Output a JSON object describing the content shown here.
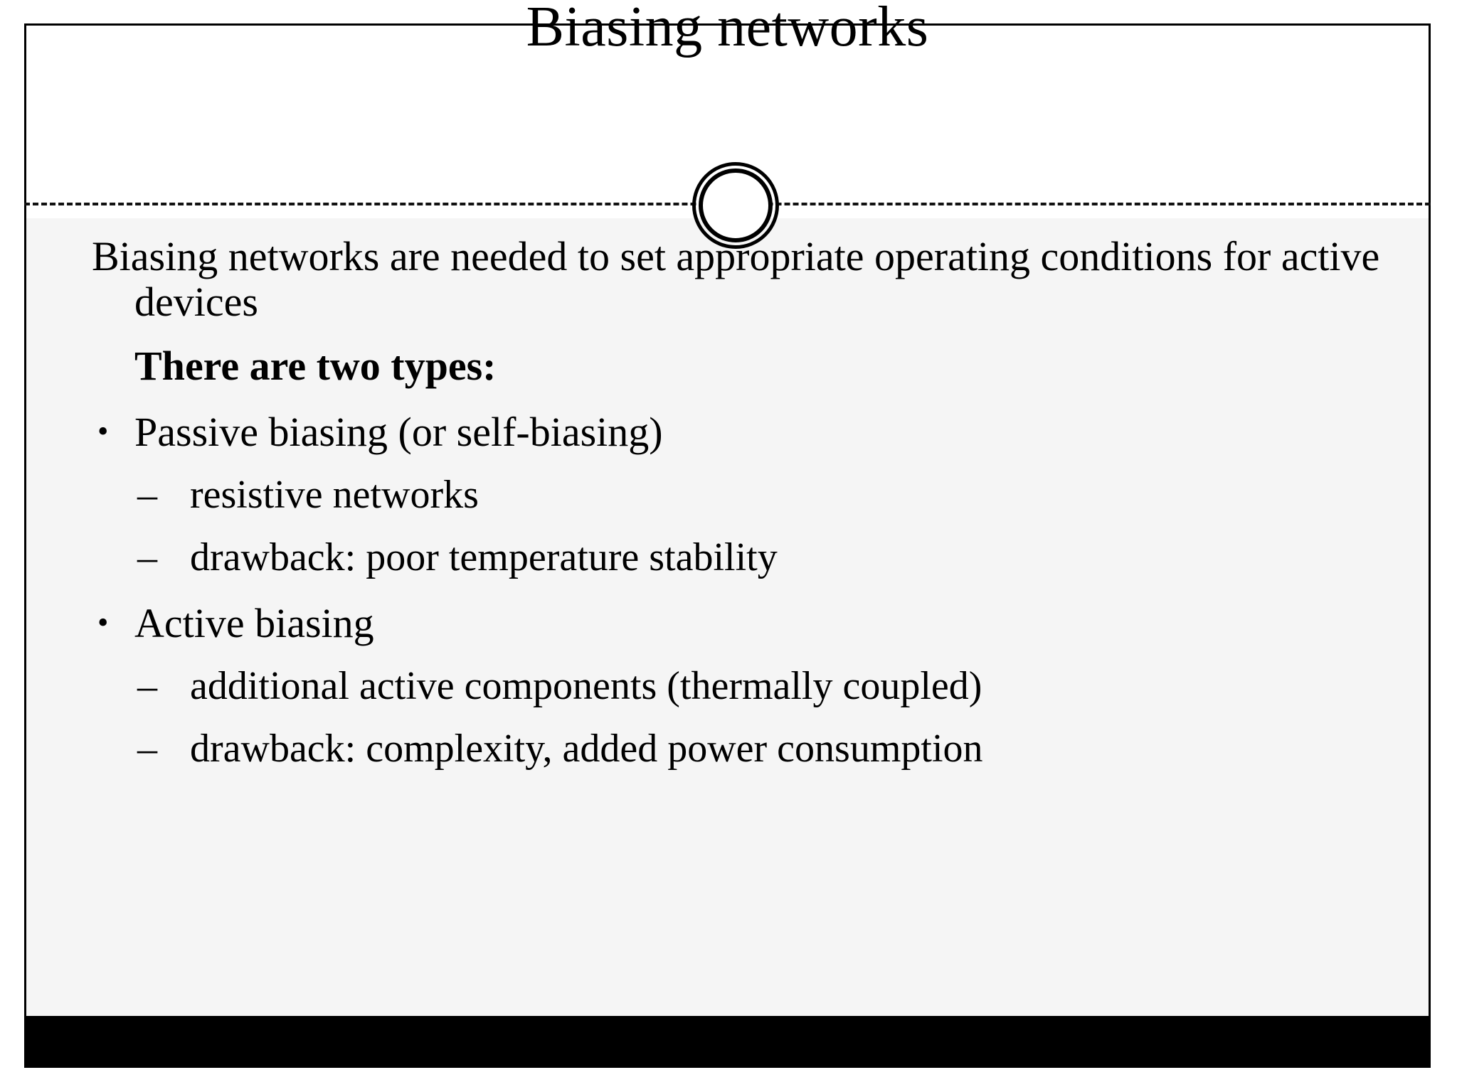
{
  "slide": {
    "title": "Biasing networks",
    "colors": {
      "border": "#000000",
      "body_background": "#f5f5f5",
      "slide_background": "#ffffff",
      "text": "#000000",
      "bottom_bar": "#000000"
    },
    "ornament": {
      "name": "double-circle-ornament",
      "shape": "concentric circles"
    },
    "separator": {
      "style": "dashed"
    },
    "body": {
      "intro": "Biasing networks are needed to set appropriate operating conditions for active devices",
      "subheading": "There are two types:",
      "bullets": [
        {
          "marker": "•",
          "text": "Passive biasing (or self-biasing)",
          "sub_items": [
            {
              "marker": "–",
              "text": "resistive networks"
            },
            {
              "marker": "–",
              "text": "drawback: poor temperature stability"
            }
          ]
        },
        {
          "marker": "•",
          "text": "Active biasing",
          "sub_items": [
            {
              "marker": "–",
              "text": "additional active components (thermally coupled)"
            },
            {
              "marker": "–",
              "text": "drawback: complexity, added power consumption"
            }
          ]
        }
      ]
    }
  }
}
